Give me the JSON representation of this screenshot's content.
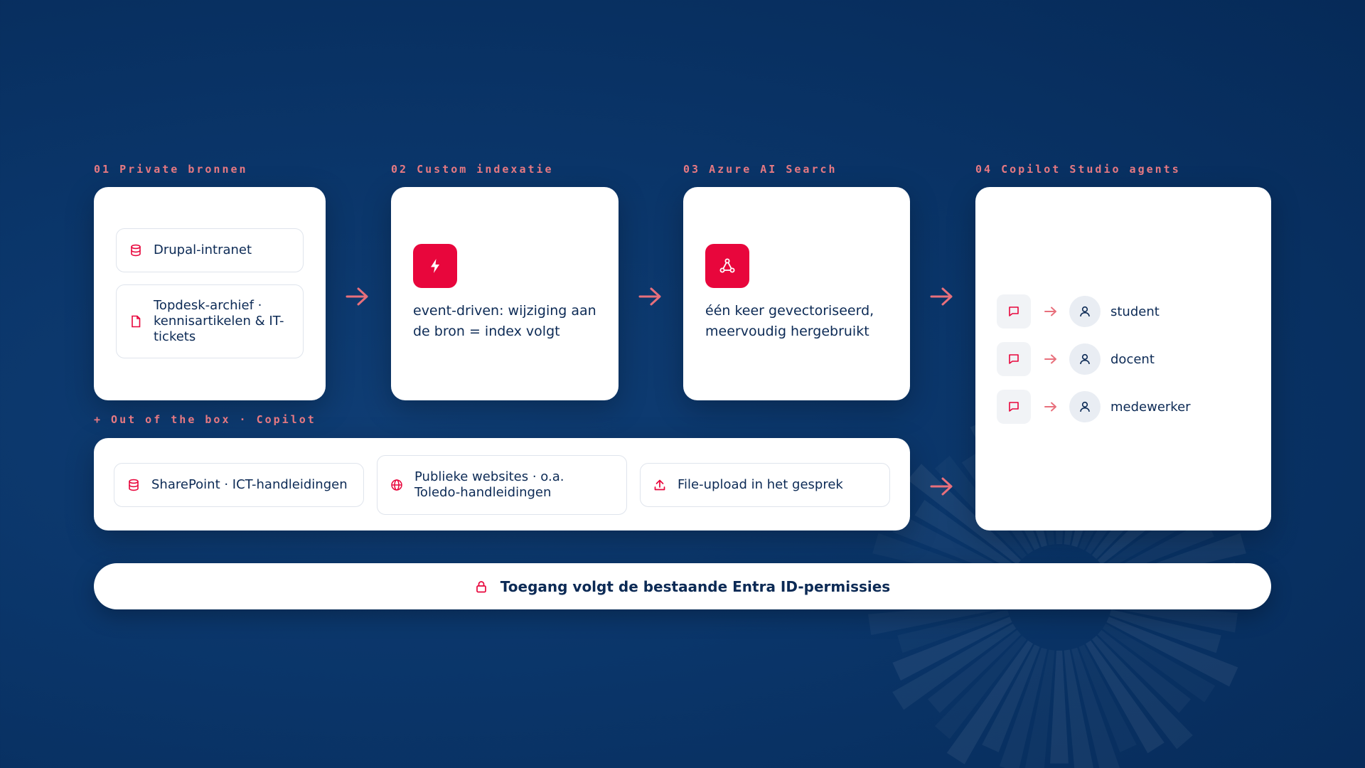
{
  "steps": [
    {
      "label": "01  Private bronnen"
    },
    {
      "label": "02  Custom indexatie"
    },
    {
      "label": "03  Azure AI Search"
    },
    {
      "label": "04  Copilot Studio agents"
    }
  ],
  "sources": {
    "items": [
      {
        "label": "Drupal-intranet",
        "icon": "database-icon"
      },
      {
        "label": "Topdesk-archief · kennisartikelen & IT-tickets",
        "icon": "document-icon"
      }
    ]
  },
  "indexing": {
    "icon": "lightning-icon",
    "text": "event-driven: wijziging aan de bron = index volgt"
  },
  "search": {
    "icon": "vector-nodes-icon",
    "text": "één keer gevectoriseerd, meervoudig hergebruikt"
  },
  "ootb": {
    "label": "+  Out of the box · Copilot",
    "items": [
      {
        "label": "SharePoint · ICT-handleidingen",
        "icon": "database-icon"
      },
      {
        "label": "Publieke websites · o.a. Toledo-handleidingen",
        "icon": "globe-icon"
      },
      {
        "label": "File-upload in het gesprek",
        "icon": "upload-icon"
      }
    ]
  },
  "agents": {
    "items": [
      {
        "label": "student"
      },
      {
        "label": "docent"
      },
      {
        "label": "medewerker"
      }
    ]
  },
  "footer": {
    "icon": "lock-icon",
    "text": "Toegang volgt de bestaande Entra ID-permissies"
  },
  "colors": {
    "background": "#0a3569",
    "accent": "#e8063c",
    "label": "#e87a83",
    "text": "#0c2a55"
  }
}
